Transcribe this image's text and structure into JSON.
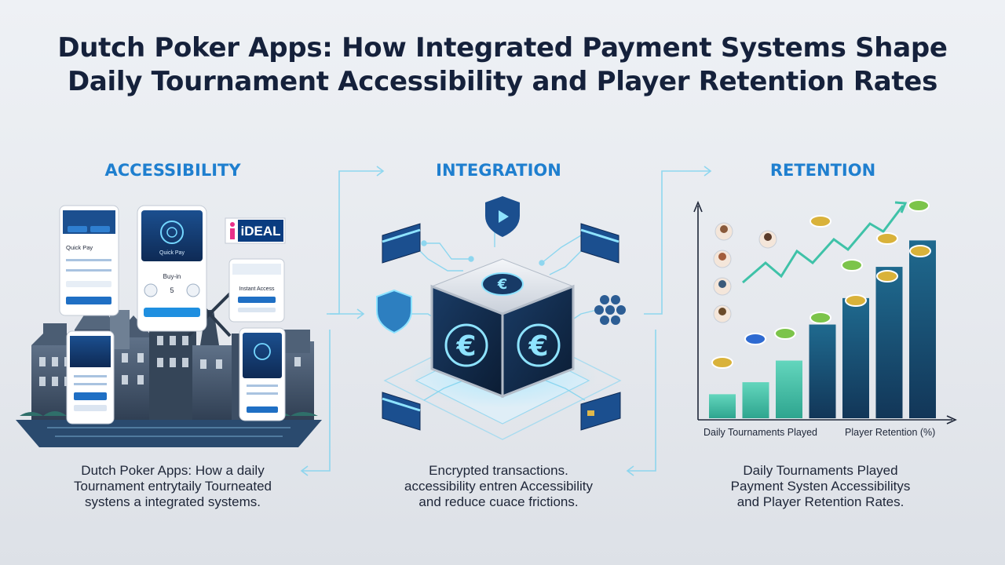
{
  "title_line1": "Dutch Poker Apps: How Integrated Payment Systems Shape",
  "title_line2": "Daily Tournament Accessibility and Player Retention Rates",
  "sections": {
    "accessibility": {
      "label": "ACCESSIBILITY",
      "caption": [
        "Dutch Poker Apps: How a daily",
        "Tournament entrytaily Tourneated",
        "systens a integrated systems."
      ]
    },
    "integration": {
      "label": "INTEGRATION",
      "caption": [
        "Encrypted transactions.",
        "accessibility entren Accessibility",
        "and reduce cuace frictions."
      ]
    },
    "retention": {
      "label": "RETENTION",
      "caption": [
        "Daily Tournaments Played",
        "Payment Systen Accessibilitys",
        "and Player Retention Rates."
      ]
    }
  },
  "phones": {
    "phone1": {
      "title": "Quick Pay"
    },
    "phone2": {
      "title": "Quick Pay",
      "buyin": "Buy-in",
      "chip": "5"
    },
    "phone3": {
      "title": "Instant Access"
    },
    "ideal_logo": "iDEAL"
  },
  "chart_data": {
    "type": "bar",
    "xlabel": "Daily Tournaments Played",
    "ylabel": "Player Retention (%)",
    "values": [
      1,
      1.5,
      2.4,
      3.9,
      5.0,
      6.3,
      7.4
    ],
    "ylim": [
      0,
      8
    ]
  },
  "colors": {
    "accent": "#1f7fcf",
    "navy": "#15213b",
    "teal": "#3fc2a8",
    "connector": "#7fd3ef"
  }
}
